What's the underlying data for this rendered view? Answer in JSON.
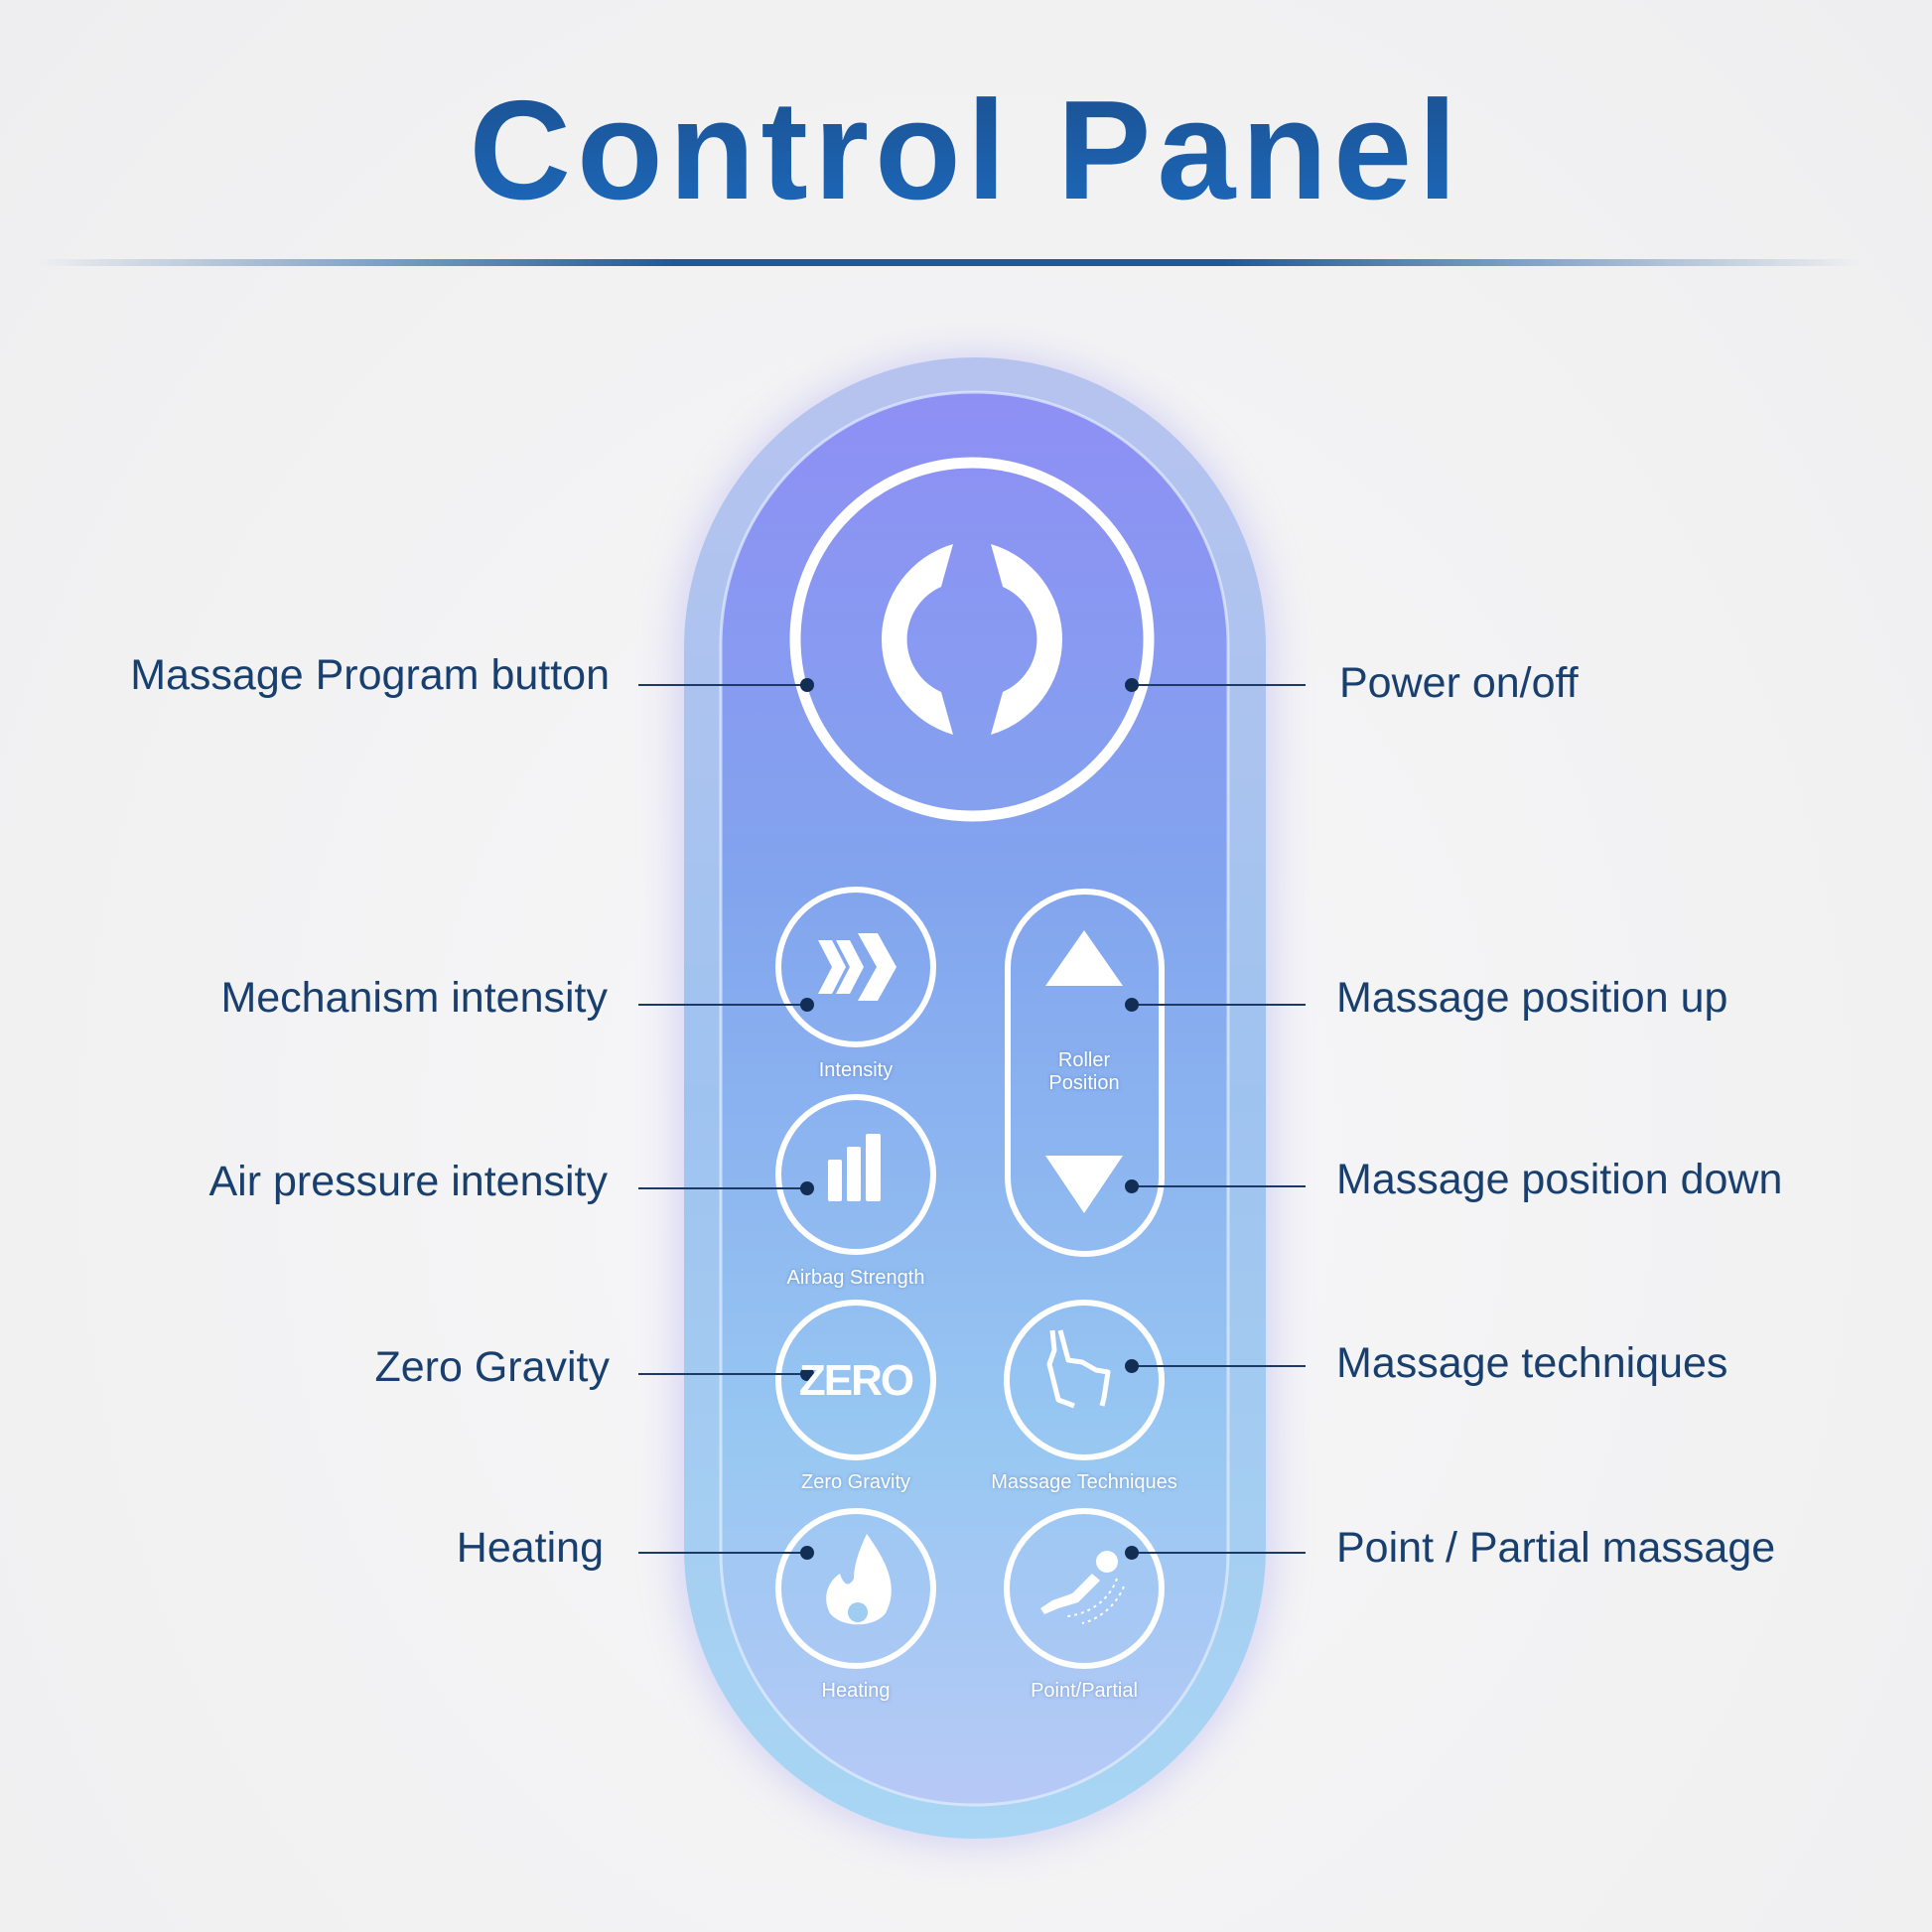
{
  "title": "Control Panel",
  "callouts_left": [
    {
      "label": "Massage Program button"
    },
    {
      "label": "Mechanism intensity"
    },
    {
      "label": "Air pressure intensity"
    },
    {
      "label": "Zero Gravity"
    },
    {
      "label": "Heating"
    }
  ],
  "callouts_right": [
    {
      "label": "Power on/off"
    },
    {
      "label": "Massage position up"
    },
    {
      "label": "Massage position down"
    },
    {
      "label": "Massage techniques"
    },
    {
      "label": "Point / Partial massage"
    }
  ],
  "remote": {
    "buttons": {
      "intensity": "Intensity",
      "roller_line1": "Roller",
      "roller_line2": "Position",
      "airbag": "Airbag Strength",
      "zero_gravity": "Zero Gravity",
      "zero_icon_text": "ZERO",
      "techniques": "Massage Techniques",
      "heating": "Heating",
      "point_partial": "Point/Partial"
    }
  },
  "colors": {
    "title": "#1a5aa0",
    "callout": "#183f6e",
    "remote_top": "#8f8ff5",
    "remote_bottom": "#a8dcf5"
  }
}
